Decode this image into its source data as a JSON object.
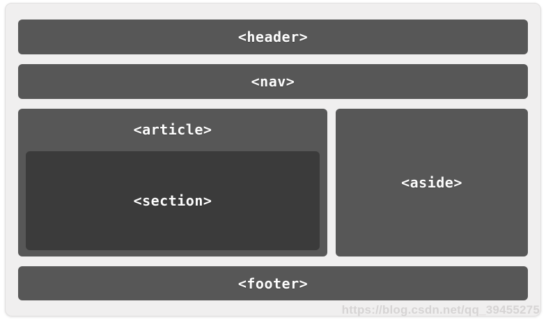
{
  "diagram": {
    "header_label": "<header>",
    "nav_label": "<nav>",
    "article_label": "<article>",
    "section_label": "<section>",
    "aside_label": "<aside>",
    "footer_label": "<footer>"
  },
  "watermark": {
    "text": "https://blog.csdn.net/qq_39455275"
  },
  "colors": {
    "panel_bg": "#f0efef",
    "box_bg": "#575757",
    "section_bg": "#3b3b3b",
    "label_text": "#fdfdfd",
    "watermark_text": "#cdcbcb"
  }
}
